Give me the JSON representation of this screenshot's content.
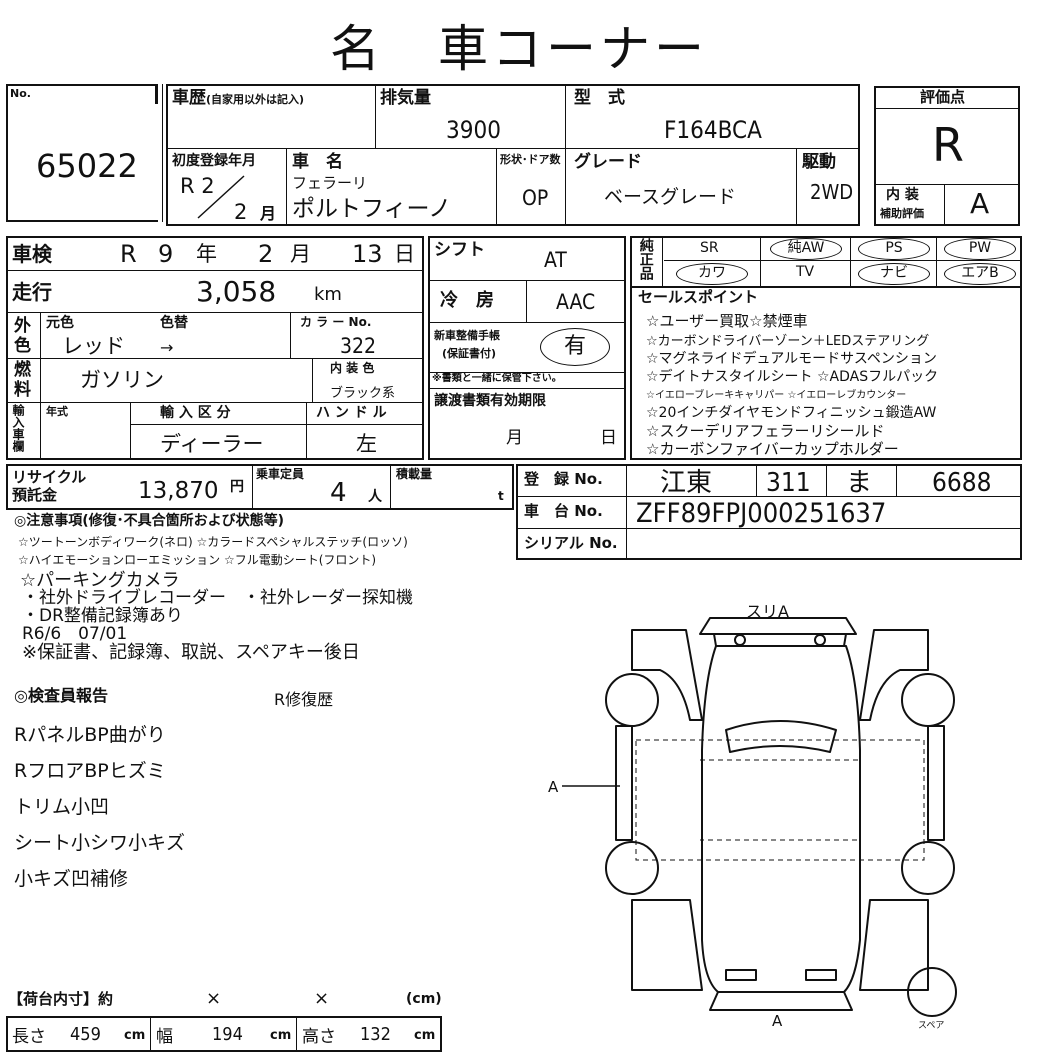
{
  "title": "名　車コーナー",
  "no_label": "No.",
  "no_value": "65022",
  "history": {
    "label": "車歴",
    "sub": "(自家用以外は記入)"
  },
  "displacement": {
    "label": "排気量",
    "value": "3900"
  },
  "model": {
    "label": "型　式",
    "value": "F164BCA"
  },
  "eval": {
    "label": "評価点",
    "value": "R",
    "interior_label_1": "内 装",
    "interior_label_2": "補助評価",
    "interior_value": "A"
  },
  "first_reg": {
    "label": "初度登録年月",
    "era": "R 2",
    "month": "2",
    "month_unit": "月"
  },
  "car_name": {
    "label": "車　名",
    "maker": "フェラーリ",
    "name": "ポルトフィーノ"
  },
  "body": {
    "label": "形状･ドア数",
    "value": "OP"
  },
  "grade": {
    "label": "グレード",
    "value": "ベースグレード"
  },
  "drive": {
    "label": "駆動",
    "value": "2WD"
  },
  "inspection": {
    "label": "車検",
    "era": "R",
    "year": "9",
    "year_unit": "年",
    "month": "2",
    "month_unit": "月",
    "day": "13",
    "day_unit": "日"
  },
  "mileage": {
    "label": "走行",
    "value": "3,058",
    "unit": "km"
  },
  "color": {
    "side_label_1": "外",
    "side_label_2": "色",
    "orig_label": "元色",
    "change_label": "色替",
    "value": "レッド",
    "arrow": "→",
    "code_label": "カ ラ ー No.",
    "code_value": "322"
  },
  "fuel": {
    "side_label_1": "燃",
    "side_label_2": "料",
    "value": "ガソリン",
    "interior_color_label": "内 装 色",
    "interior_color_value": "ブラック系"
  },
  "shift": {
    "label": "シフト",
    "value": "AT"
  },
  "ac": {
    "label": "冷　房",
    "value": "AAC"
  },
  "manual": {
    "label_1": "新車整備手帳",
    "label_2": "(保証書付)",
    "value": "有",
    "note": "※書類と一緒に保管下さい。"
  },
  "transfer": {
    "label": "譲渡書類有効期限",
    "month_unit": "月",
    "day_unit": "日"
  },
  "import": {
    "side_label": "輸入車欄",
    "year_label": "年式",
    "class_label": "輸 入 区 分",
    "class_value": "ディーラー",
    "handle_label": "ハ ン ド ル",
    "handle_value": "左"
  },
  "options": {
    "side_label": "純正品",
    "items": [
      "SR",
      "純AW",
      "PS",
      "PW",
      "カワ",
      "TV",
      "ナビ",
      "エアB"
    ]
  },
  "sales": {
    "label": "セールスポイント",
    "lines": [
      "☆ユーザー買取☆禁煙車",
      "☆カーボンドライバーゾーン＋LEDステアリング",
      "☆マグネライドデュアルモードサスペンション",
      "☆デイトナスタイルシート ☆ADASフルパック",
      "☆イエローブレーキキャリパー ☆イエローレブカウンター",
      "☆20インチダイヤモンドフィニッシュ鍛造AW",
      "☆スクーデリアフェラーリシールド",
      "☆カーボンファイバーカップホルダー"
    ]
  },
  "recycle": {
    "label_1": "リサイクル",
    "label_2": "預託金",
    "value": "13,870",
    "unit": "円"
  },
  "capacity": {
    "label": "乗車定員",
    "value": "4",
    "unit": "人"
  },
  "load": {
    "label": "積載量",
    "unit": "t"
  },
  "registration": {
    "label": "登　録 No.",
    "region": "江東",
    "class": "311",
    "kana": "ま",
    "number": "6688"
  },
  "chassis": {
    "label": "車　台 No.",
    "value": "ZFF89FPJ000251637"
  },
  "serial": {
    "label": "シリアル No."
  },
  "notes": {
    "heading": "◎注意事項(修復･不具合箇所および状態等)",
    "small_lines": [
      "☆ツートーンボディワーク(ネロ) ☆カラードスペシャルステッチ(ロッソ)",
      "☆ハイエモーションローエミッション ☆フル電動シート(フロント)"
    ],
    "lines": [
      "☆パーキングカメラ",
      "・社外ドライブレコーダー　・社外レーダー探知機",
      "・DR整備記録簿あり",
      "R6/6　07/01",
      "※保証書、記録簿、取説、スペアキー後日"
    ]
  },
  "inspector": {
    "heading": "◎検査員報告",
    "summary": "R修復歴",
    "lines": [
      "RパネルBP曲がり",
      "RフロアBPヒズミ",
      "トリム小凹",
      "シート小シワ小キズ",
      "小キズ凹補修"
    ]
  },
  "cargo": {
    "label": "【荷台内寸】約",
    "x1": "×",
    "x2": "×",
    "unit_label": "(cm)",
    "length_label": "長さ",
    "length": "459",
    "width_label": "幅",
    "width": "194",
    "height_label": "高さ",
    "height": "132",
    "cm": "cm"
  },
  "diagram": {
    "front_mark": "スリA",
    "side_mark": "A",
    "rear_mark": "A",
    "spare_label": "スペア"
  }
}
